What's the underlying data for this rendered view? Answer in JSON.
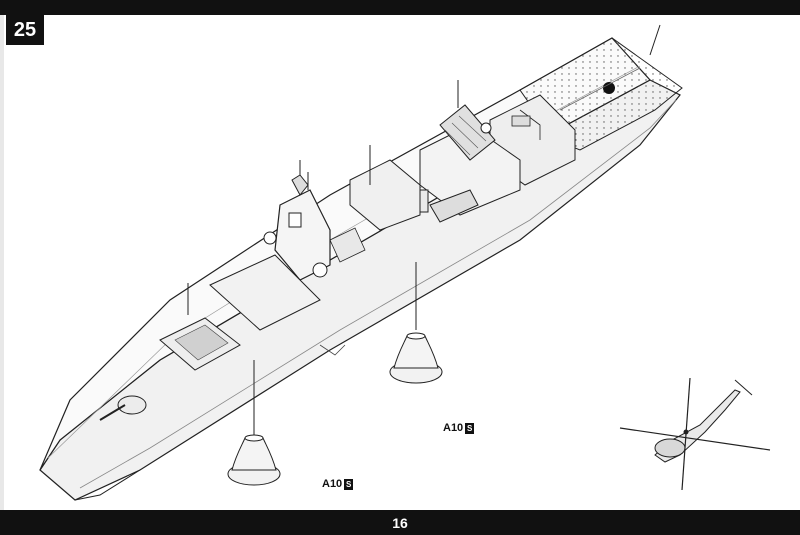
{
  "step": {
    "number": "25"
  },
  "page": {
    "number": "16"
  },
  "callouts": [
    {
      "part": "A10",
      "mark": "S"
    },
    {
      "part": "A10",
      "mark": "S"
    }
  ]
}
